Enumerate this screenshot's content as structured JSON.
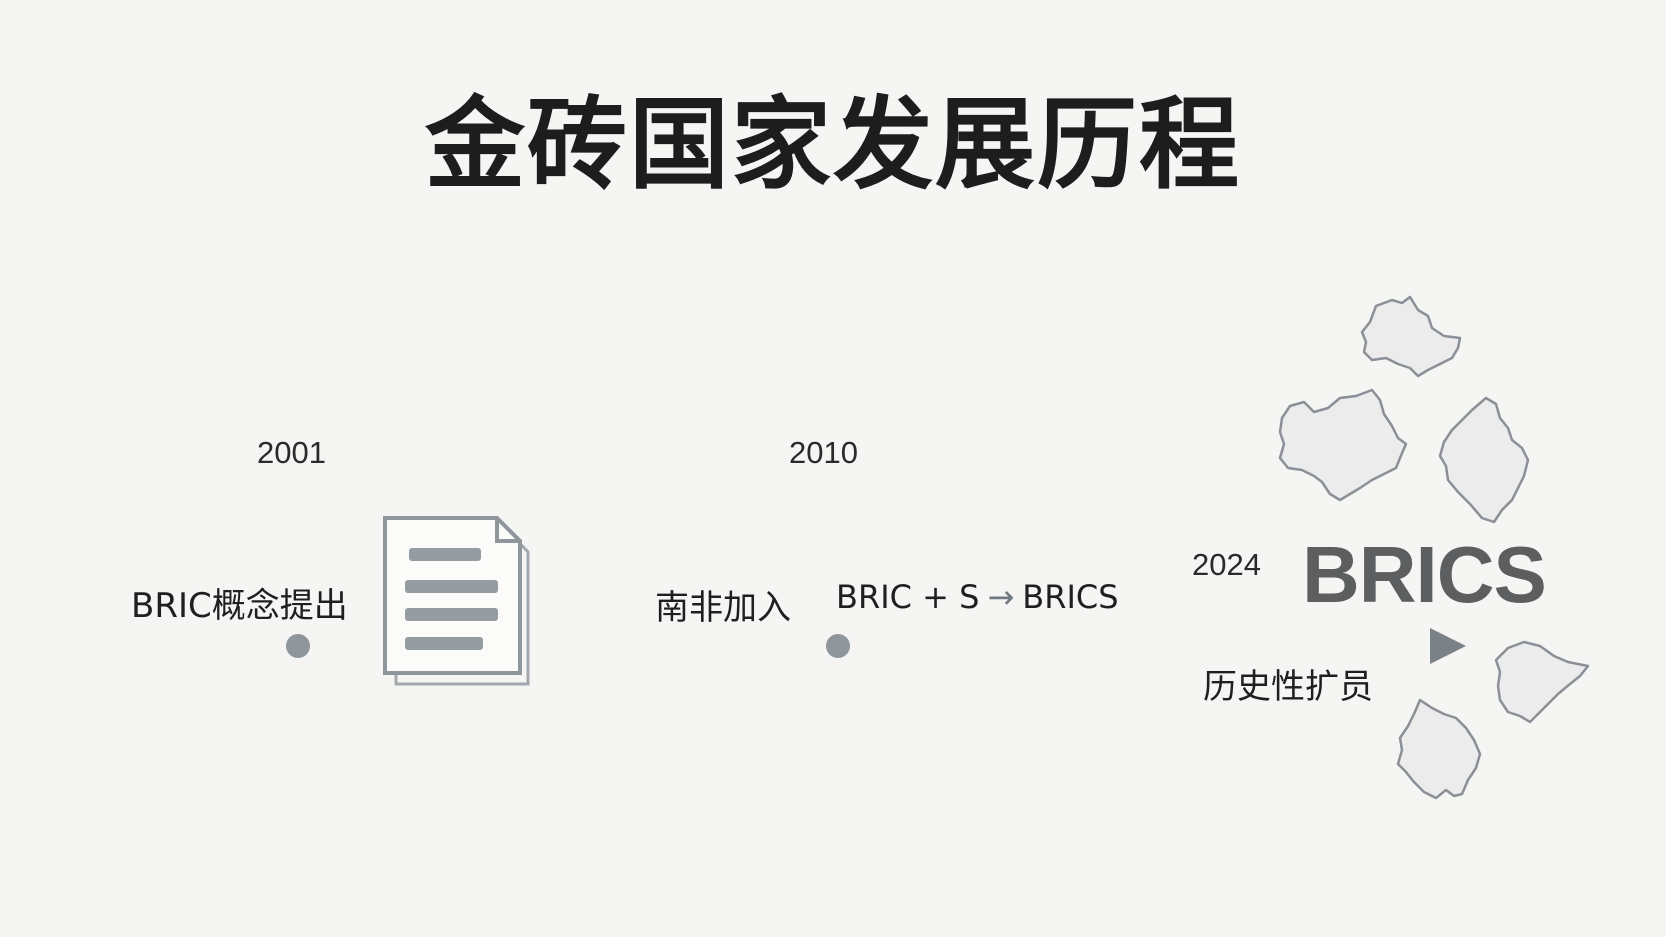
{
  "title": "金砖国家发展历程",
  "timeline": {
    "milestones": [
      {
        "year": "2001",
        "event": "BRIC概念提出"
      },
      {
        "year": "2010",
        "event": "南非加入"
      },
      {
        "year": "2024",
        "event": "历史性扩员"
      }
    ],
    "formula": {
      "left": "BRIC + S",
      "arrow": "→",
      "right": "BRICS"
    },
    "brand": "BRICS"
  },
  "colors": {
    "background": "#f5f5f4",
    "timeline_light": "#d6d8d9",
    "timeline_dark": "#858b91",
    "node": "#8e969c",
    "document": "#959ca2",
    "map_fill": "#ececec",
    "map_stroke": "#8a9096",
    "brand": "#5c5e60"
  },
  "icons": {
    "document": "document-icon",
    "map_shapes": "country-outline-icon"
  }
}
